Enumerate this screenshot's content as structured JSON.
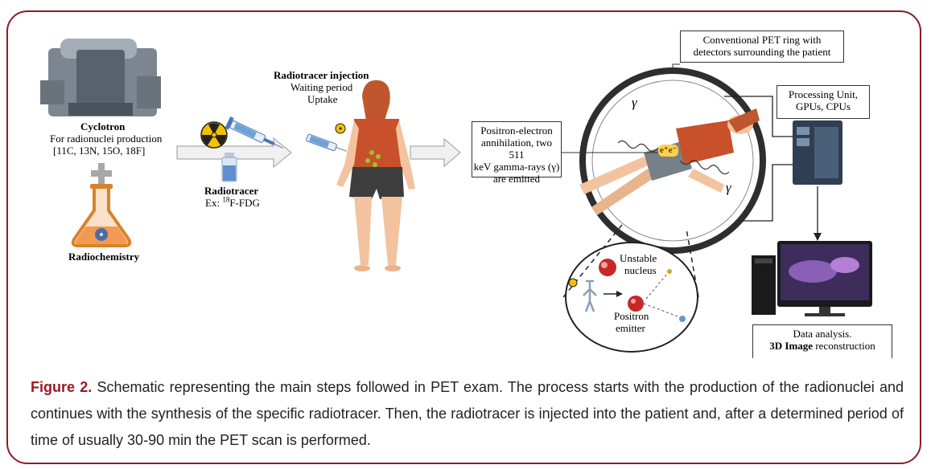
{
  "cyclotron": {
    "title": "Cyclotron",
    "line1": "For radionuclei production",
    "line2": "[11C, 13N, 15O, 18F]"
  },
  "radiochemistry": {
    "label": "Radiochemistry"
  },
  "radiotracer": {
    "title": "Radiotracer",
    "example_prefix": "Ex: ",
    "example_sup": "18",
    "example_rest": "F-FDG"
  },
  "injection": {
    "title": "Radiotracer injection",
    "line1": "Waiting period",
    "line2": "Uptake"
  },
  "positron_box": {
    "line1": "Positron-electron",
    "line2": "annihilation, two 511",
    "line3": "keV gamma-rays (γ)",
    "line4": "are emitted"
  },
  "pet_ring_box": {
    "line1": "Conventional PET ring with",
    "line2": "detectors surrounding the patient"
  },
  "processing_box": {
    "line1": "Processing Unit,",
    "line2": "GPUs, CPUs"
  },
  "data_box": {
    "line1": "Data analysis.",
    "line2_bold": "3D Image",
    "line2_rest": " reconstruction"
  },
  "inset": {
    "label1": "Unstable",
    "label2": "nucleus",
    "label3": "Positron",
    "label4": "emitter"
  },
  "gamma_symbol": "γ",
  "ep_label": "e⁺e⁻",
  "caption": {
    "head": "Figure 2.",
    "text": " Schematic representing the main steps followed in PET exam. The process starts with the production of the radionuclei and continues with the synthesis of the specific radiotracer. Then, the radiotracer is injected into the patient and, after a determined period of time of usually 30-90 min the PET scan is performed."
  },
  "colors": {
    "frame": "#8c1c24",
    "caption_head": "#9a1b22",
    "skin": "#f2c39e",
    "shirt": "#c8502a",
    "radiation": "#f2c200"
  }
}
